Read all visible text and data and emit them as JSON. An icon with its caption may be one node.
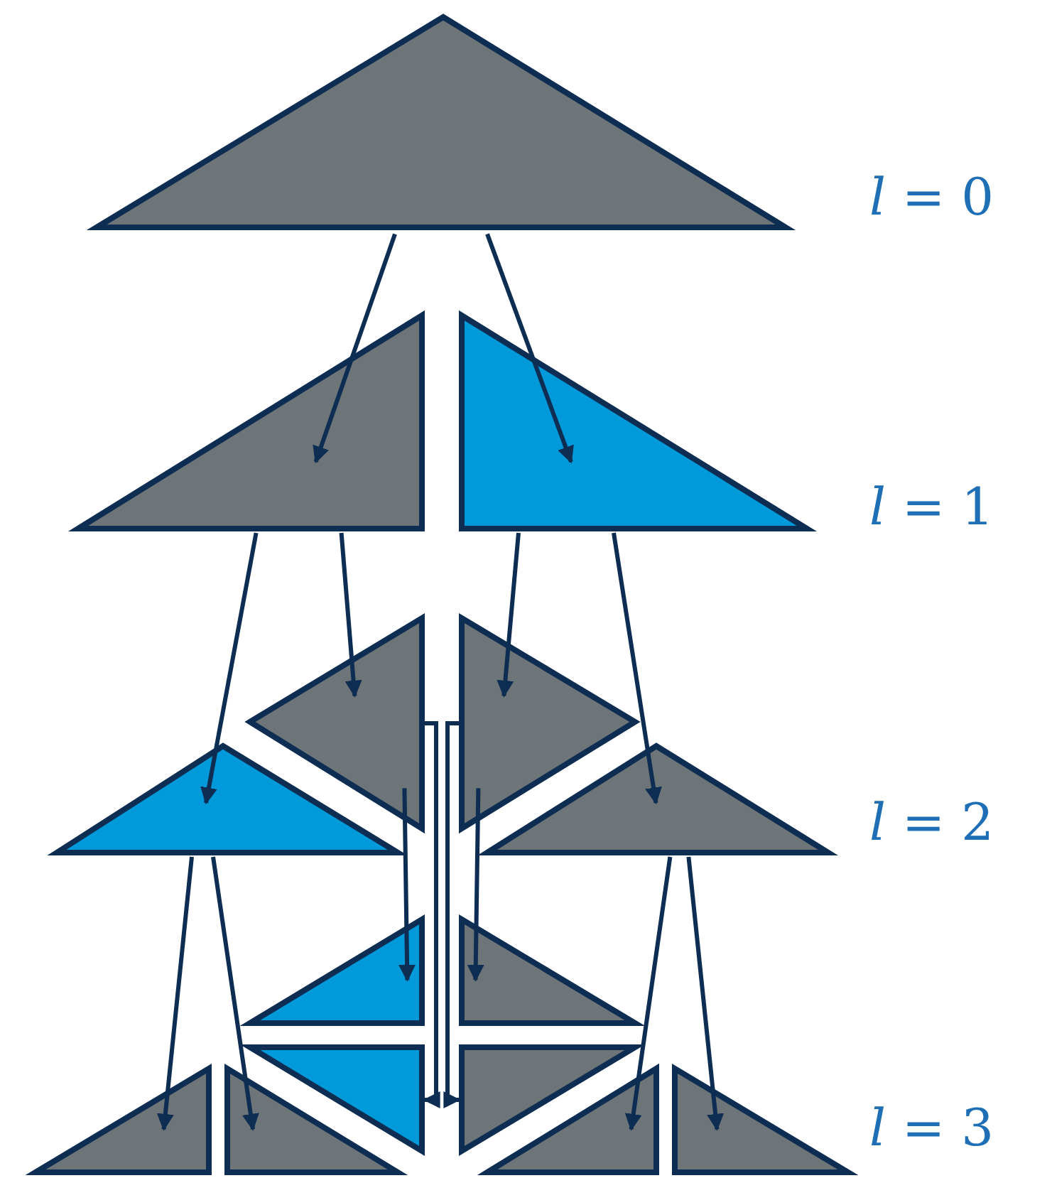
{
  "diagram": {
    "nodes": [
      {
        "text": [],
        "shape": "triangle"
      },
      {
        "text": [],
        "shape": "triangle"
      },
      {
        "text": [],
        "shape": "triangle"
      },
      {
        "text": [],
        "shape": "triangle"
      },
      {
        "text": [],
        "shape": "triangle"
      },
      {
        "text": [],
        "shape": "triangle"
      },
      {
        "text": [],
        "shape": "triangle"
      },
      {
        "text": [],
        "shape": "triangle"
      },
      {
        "text": [],
        "shape": "triangle"
      },
      {
        "text": [],
        "shape": "triangle"
      },
      {
        "text": [],
        "shape": "triangle"
      },
      {
        "text": [],
        "shape": "triangle"
      },
      {
        "text": [],
        "shape": "triangle"
      },
      {
        "text": [],
        "shape": "triangle"
      },
      {
        "text": [],
        "shape": "triangle"
      }
    ],
    "edges": [
      {
        "from": 0,
        "to": 1,
        "arrow": "to"
      },
      {
        "from": 0,
        "to": 2,
        "arrow": "to"
      },
      {
        "from": 1,
        "to": 3,
        "arrow": "to"
      },
      {
        "from": 1,
        "to": 4,
        "arrow": "to"
      },
      {
        "from": 2,
        "to": 5,
        "arrow": "to"
      },
      {
        "from": 2,
        "to": 6,
        "arrow": "to"
      },
      {
        "from": 3,
        "to": 7,
        "arrow": "to"
      },
      {
        "from": 3,
        "to": 8,
        "arrow": "to"
      },
      {
        "from": 4,
        "to": 9,
        "arrow": "to"
      },
      {
        "from": 4,
        "to": 10,
        "arrow": "to"
      },
      {
        "from": 5,
        "to": 11,
        "arrow": "to"
      },
      {
        "from": 5,
        "to": 12,
        "arrow": "to"
      },
      {
        "from": 6,
        "to": 13,
        "arrow": "to"
      },
      {
        "from": 6,
        "to": 14,
        "arrow": "to"
      }
    ],
    "labels": [
      "*l* = 0",
      "*l* = 1",
      "*l* = 2",
      "*l* = 3"
    ]
  }
}
